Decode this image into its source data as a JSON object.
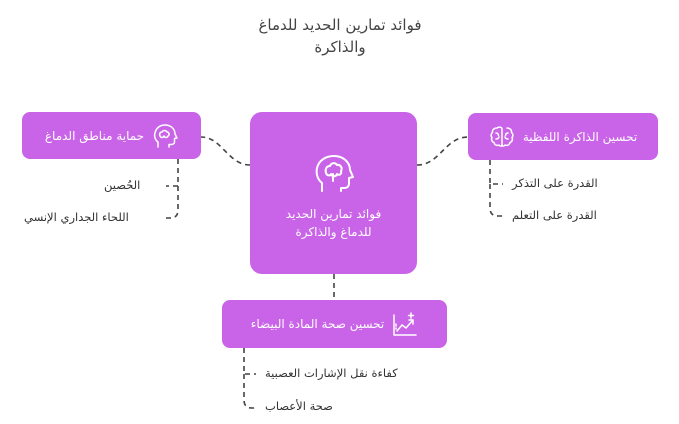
{
  "title": {
    "line1": "فوائد تمارين الحديد للدماغ",
    "line2": "والذاكرة"
  },
  "center": {
    "label": "فوائد تمارين الحديد للدماغ والذاكرة",
    "icon": "head-brain-icon"
  },
  "branches": {
    "verbal_memory": {
      "label": "تحسين الذاكرة اللفظية",
      "icon": "brain-icon",
      "items": [
        "القدرة على التذكر",
        "القدرة على التعلم"
      ]
    },
    "brain_protection": {
      "label": "حماية مناطق الدماغ",
      "icon": "head-icon",
      "items": [
        "الحُصين",
        "اللحاء الجداري الإنسي"
      ]
    },
    "white_matter": {
      "label": "تحسين صحة المادة البيضاء",
      "icon": "chart-plus-icon",
      "items": [
        "كفاءة نقل الإشارات العصبية",
        "صحة الأعصاب"
      ]
    }
  },
  "colors": {
    "box": "#c964e8",
    "box_text": "#ffffff",
    "connector": "#444444"
  }
}
